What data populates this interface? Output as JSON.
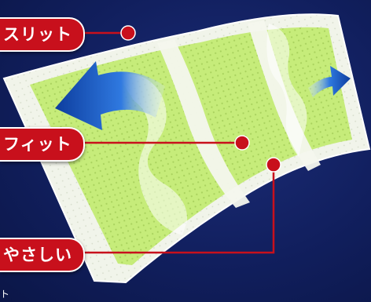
{
  "labels": {
    "top": "スリット",
    "middle": "フィット",
    "bottom": "やさしい"
  },
  "corner_text": "ト",
  "colors": {
    "background": "#101e5a",
    "callout_red": "#c8101c",
    "patch_green": "#c6ec7a",
    "patch_edge": "#eef3e4",
    "arrow_blue": "#1a5fc8"
  },
  "icons": {
    "left_arrow": "curved-arrow-left-icon",
    "right_arrow": "curved-arrow-right-icon"
  }
}
